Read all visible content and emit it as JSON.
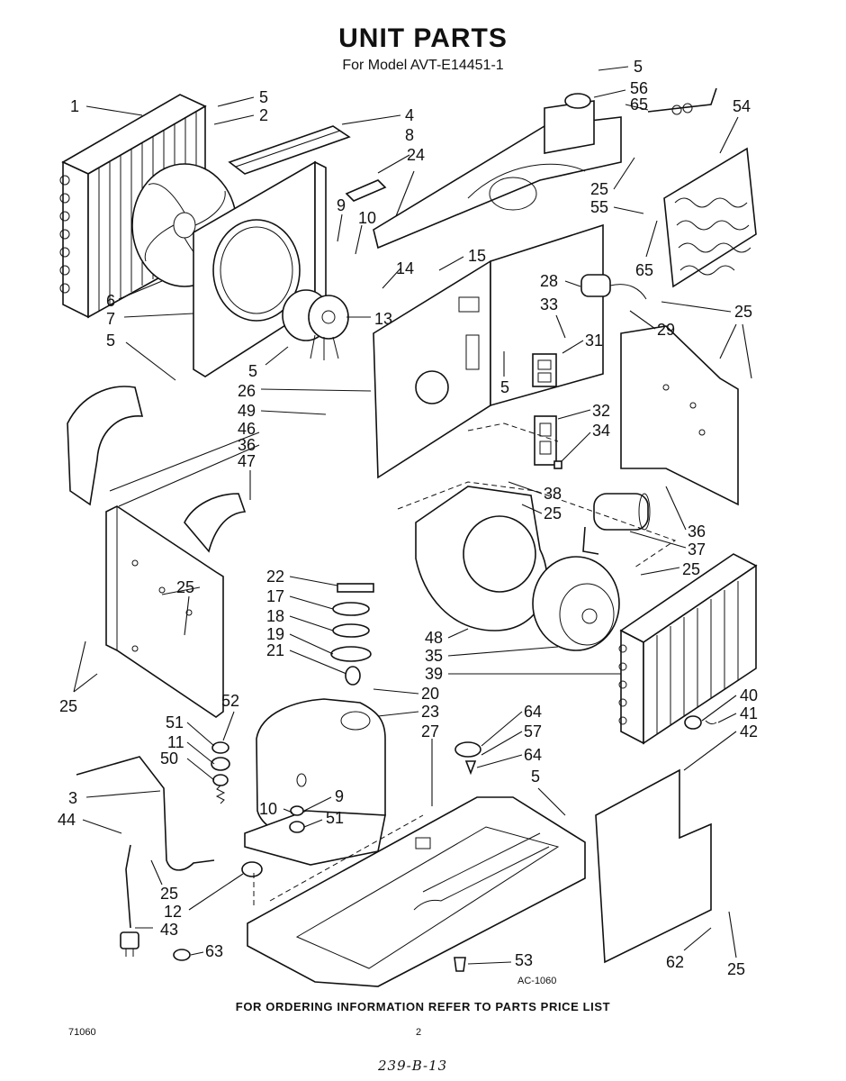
{
  "header": {
    "title": "UNIT PARTS",
    "model_line": "For Model AVT-E14451-1"
  },
  "diagram": {
    "reference_code": "AC-1060",
    "callouts": [
      {
        "id": "c1",
        "label": "1"
      },
      {
        "id": "c2",
        "label": "5"
      },
      {
        "id": "c3",
        "label": "2"
      },
      {
        "id": "c4",
        "label": "4"
      },
      {
        "id": "c5",
        "label": "8"
      },
      {
        "id": "c6",
        "label": "24"
      },
      {
        "id": "c7",
        "label": "9"
      },
      {
        "id": "c8",
        "label": "10"
      },
      {
        "id": "c9",
        "label": "15"
      },
      {
        "id": "c10",
        "label": "14"
      },
      {
        "id": "c11",
        "label": "6"
      },
      {
        "id": "c12",
        "label": "7"
      },
      {
        "id": "c13",
        "label": "13"
      },
      {
        "id": "c14",
        "label": "5"
      },
      {
        "id": "c15",
        "label": "5"
      },
      {
        "id": "c16",
        "label": "26"
      },
      {
        "id": "c17",
        "label": "49"
      },
      {
        "id": "c18",
        "label": "46"
      },
      {
        "id": "c19",
        "label": "36"
      },
      {
        "id": "c20",
        "label": "47"
      },
      {
        "id": "c21",
        "label": "5"
      },
      {
        "id": "c22",
        "label": "56"
      },
      {
        "id": "c23",
        "label": "65"
      },
      {
        "id": "c24",
        "label": "54"
      },
      {
        "id": "c25",
        "label": "25"
      },
      {
        "id": "c26",
        "label": "55"
      },
      {
        "id": "c27",
        "label": "65"
      },
      {
        "id": "c28",
        "label": "28"
      },
      {
        "id": "c29",
        "label": "33"
      },
      {
        "id": "c30",
        "label": "31"
      },
      {
        "id": "c31",
        "label": "5"
      },
      {
        "id": "c32",
        "label": "29"
      },
      {
        "id": "c33",
        "label": "25"
      },
      {
        "id": "c34",
        "label": "32"
      },
      {
        "id": "c35",
        "label": "34"
      },
      {
        "id": "c36",
        "label": "38"
      },
      {
        "id": "c37",
        "label": "25"
      },
      {
        "id": "c38",
        "label": "36"
      },
      {
        "id": "c39",
        "label": "37"
      },
      {
        "id": "c40",
        "label": "25"
      },
      {
        "id": "c41",
        "label": "25"
      },
      {
        "id": "c42",
        "label": "25"
      },
      {
        "id": "c43",
        "label": "22"
      },
      {
        "id": "c44",
        "label": "17"
      },
      {
        "id": "c45",
        "label": "18"
      },
      {
        "id": "c46",
        "label": "19"
      },
      {
        "id": "c47",
        "label": "21"
      },
      {
        "id": "c48",
        "label": "20"
      },
      {
        "id": "c49",
        "label": "48"
      },
      {
        "id": "c50",
        "label": "35"
      },
      {
        "id": "c51",
        "label": "39"
      },
      {
        "id": "c52",
        "label": "40"
      },
      {
        "id": "c53",
        "label": "41"
      },
      {
        "id": "c54",
        "label": "42"
      },
      {
        "id": "c55",
        "label": "52"
      },
      {
        "id": "c56",
        "label": "23"
      },
      {
        "id": "c57",
        "label": "27"
      },
      {
        "id": "c58",
        "label": "64"
      },
      {
        "id": "c59",
        "label": "57"
      },
      {
        "id": "c60",
        "label": "64"
      },
      {
        "id": "c61",
        "label": "51"
      },
      {
        "id": "c62",
        "label": "11"
      },
      {
        "id": "c63",
        "label": "50"
      },
      {
        "id": "c64",
        "label": "5"
      },
      {
        "id": "c65",
        "label": "3"
      },
      {
        "id": "c66",
        "label": "44"
      },
      {
        "id": "c67",
        "label": "10"
      },
      {
        "id": "c68",
        "label": "9"
      },
      {
        "id": "c69",
        "label": "51"
      },
      {
        "id": "c70",
        "label": "25"
      },
      {
        "id": "c71",
        "label": "12"
      },
      {
        "id": "c72",
        "label": "43"
      },
      {
        "id": "c73",
        "label": "63"
      },
      {
        "id": "c74",
        "label": "53"
      },
      {
        "id": "c75",
        "label": "62"
      },
      {
        "id": "c76",
        "label": "25"
      }
    ]
  },
  "footer": {
    "ordering_note": "FOR ORDERING INFORMATION REFER TO PARTS PRICE LIST",
    "doc_code": "71060",
    "page_number": "2",
    "handwritten_note": "239-B-13"
  }
}
